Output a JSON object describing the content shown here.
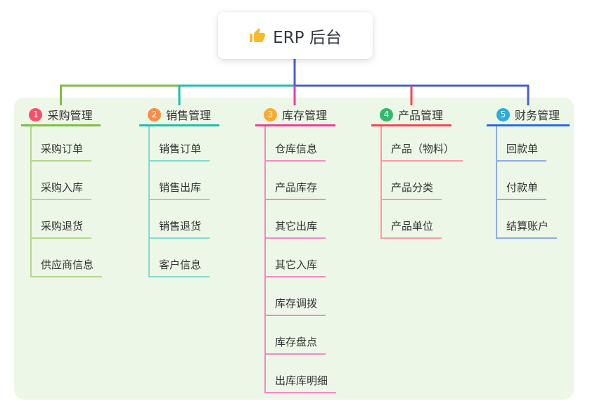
{
  "root": {
    "icon": "thumbs-up",
    "title": "ERP 后台"
  },
  "colors": {
    "connector": "#4a5ed2",
    "panel_bg": "#edf7e7",
    "root_card_bg": "#ffffff",
    "text": "#333333",
    "thumb_icon": "#f7b92c"
  },
  "branches": [
    {
      "index": "1",
      "title": "采购管理",
      "badge_color": "#f4516c",
      "line_color": "#7dbf42",
      "child_line_color": "#b2d88c",
      "children": [
        "采购订单",
        "采购入库",
        "采购退货",
        "供应商信息"
      ]
    },
    {
      "index": "2",
      "title": "销售管理",
      "badge_color": "#f98d4b",
      "line_color": "#1fbfae",
      "child_line_color": "#84d8cd",
      "children": [
        "销售订单",
        "销售出库",
        "销售退货",
        "客户信息"
      ]
    },
    {
      "index": "3",
      "title": "库存管理",
      "badge_color": "#f8ab35",
      "line_color": "#ee3d9c",
      "child_line_color": "#f489c4",
      "children": [
        "仓库信息",
        "产品库存",
        "其它出库",
        "其它入库",
        "库存调拨",
        "库存盘点",
        "出库库明细"
      ]
    },
    {
      "index": "4",
      "title": "产品管理",
      "badge_color": "#36b769",
      "line_color": "#f8454f",
      "child_line_color": "#f99ba1",
      "children": [
        "产品（物料）",
        "产品分类",
        "产品单位"
      ]
    },
    {
      "index": "5",
      "title": "财务管理",
      "badge_color": "#30aade",
      "line_color": "#2a6be2",
      "child_line_color": "#90abe6",
      "children": [
        "回款单",
        "付款单",
        "结算账户"
      ]
    }
  ]
}
